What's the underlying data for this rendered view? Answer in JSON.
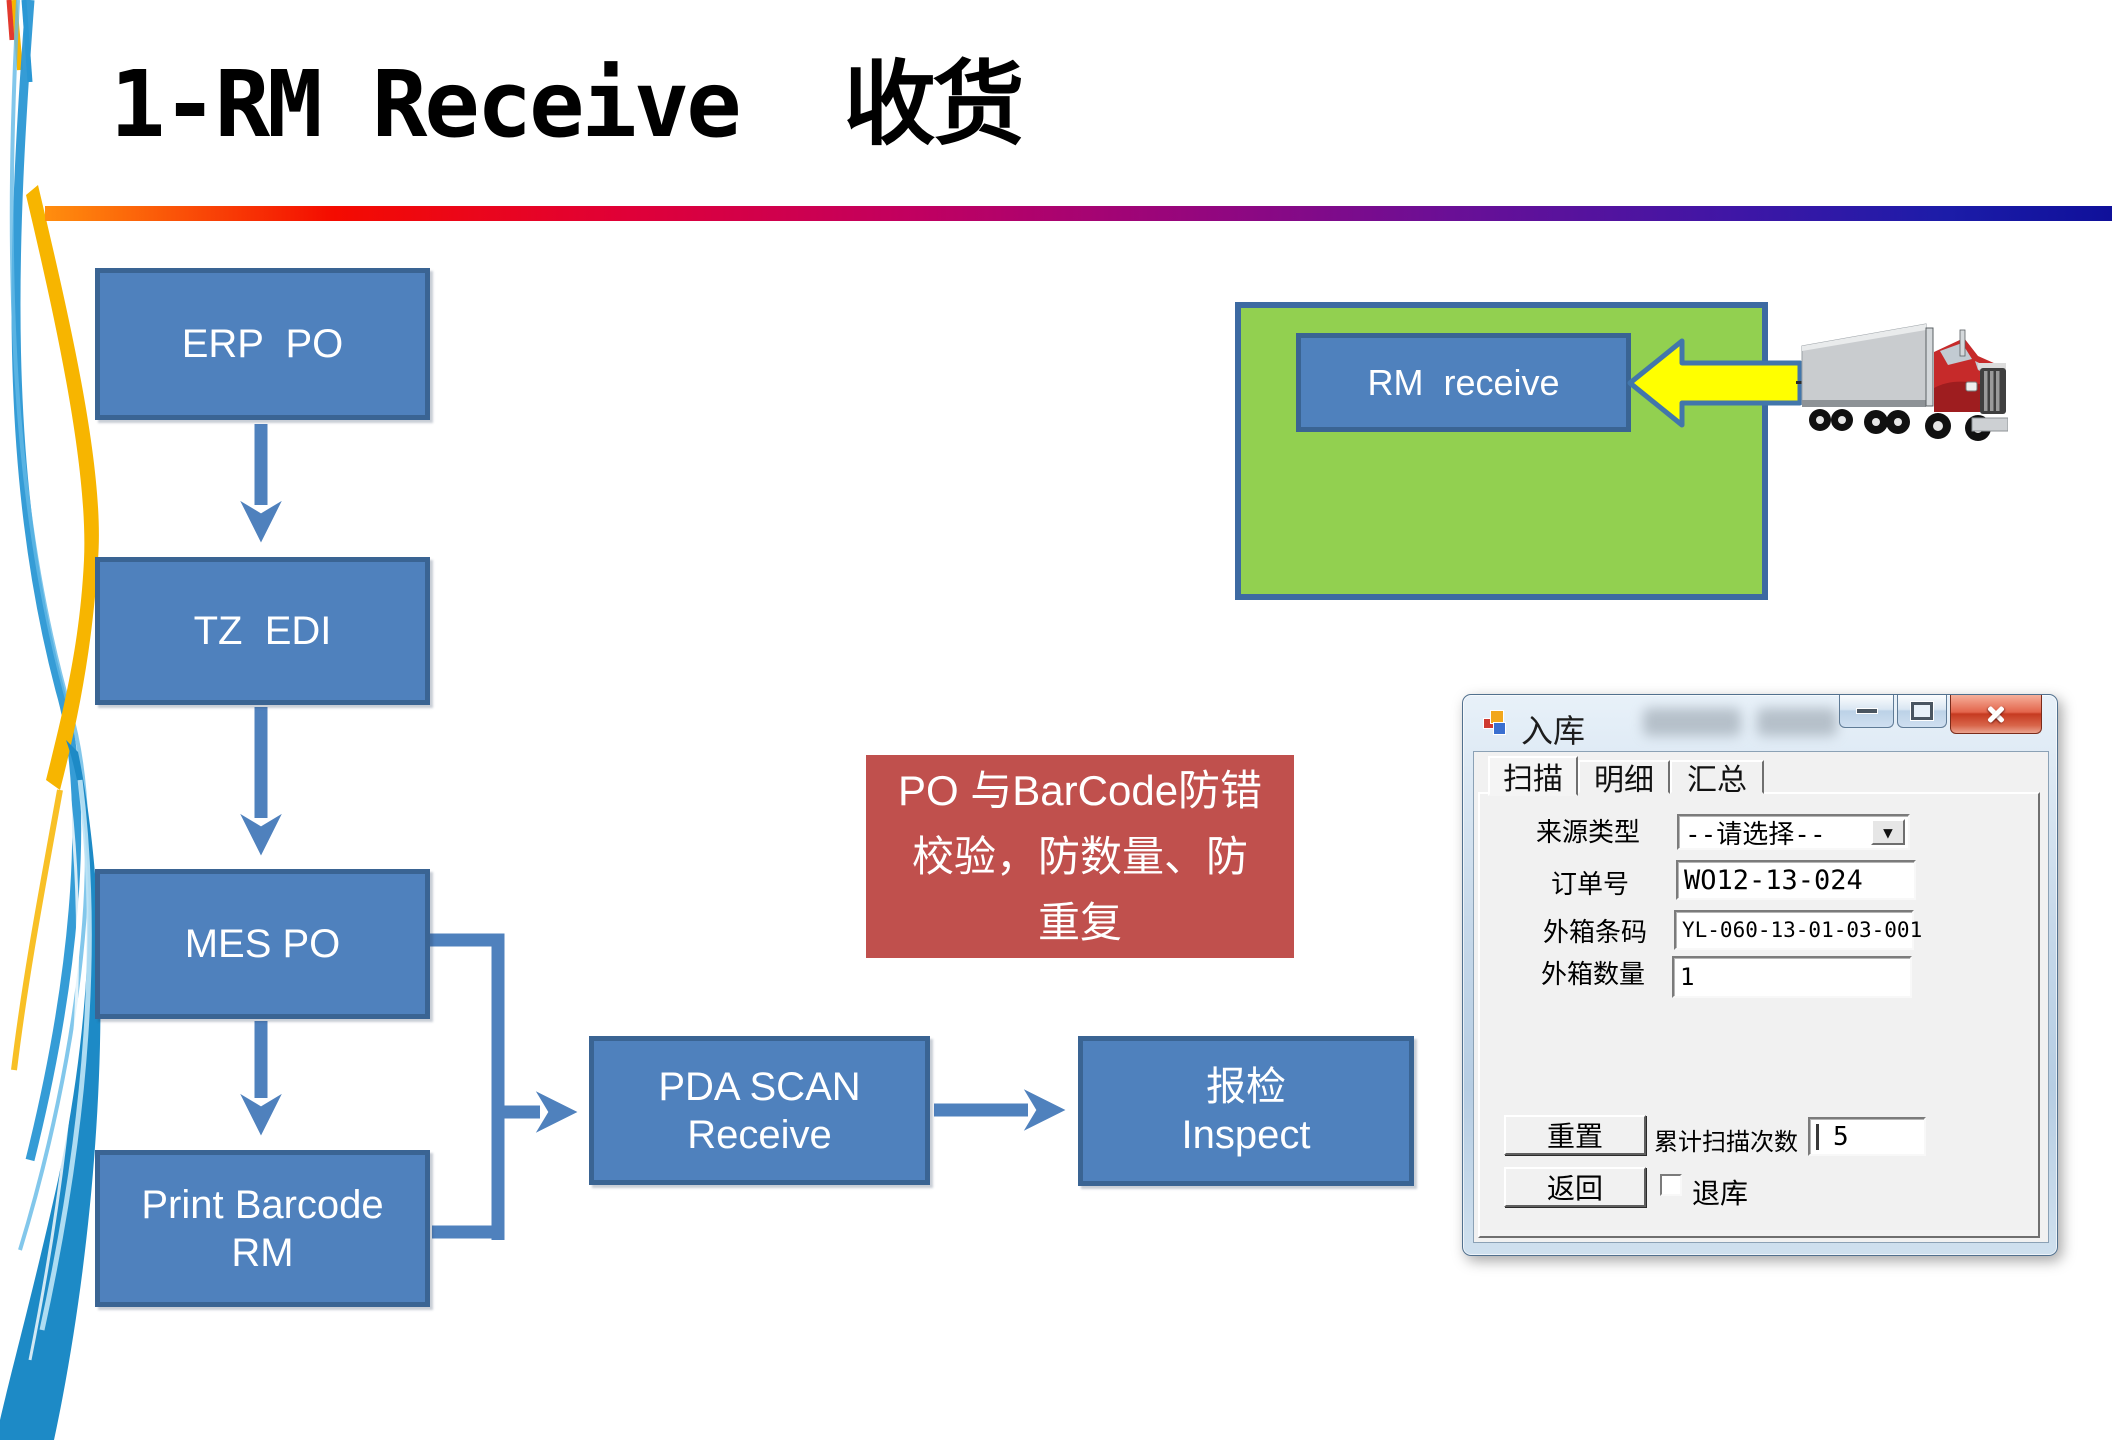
{
  "slide": {
    "title": "1-RM Receive  收货"
  },
  "colors": {
    "accent_blue": "#4F81BD",
    "box_border": "#3A6493",
    "note_red": "#C0504D",
    "green_fill": "#92D050",
    "arrow_yellow": "#FFFF00",
    "underline_gradient": [
      "#FF8E0E",
      "#F40B00",
      "#C10060",
      "#6A0F96",
      "#1C1CA8"
    ]
  },
  "flow": {
    "erp_po": {
      "label": "ERP  PO"
    },
    "tz_edi": {
      "label": "TZ  EDI"
    },
    "mes_po": {
      "label": "MES PO"
    },
    "print_barcode": {
      "line1": "Print Barcode",
      "line2": "RM"
    },
    "pda_scan": {
      "line1": "PDA SCAN",
      "line2": "Receive"
    },
    "inspect": {
      "line1": "报检",
      "line2": "Inspect"
    },
    "note": {
      "line1": "PO 与BarCode防错",
      "line2": "校验，防数量、防",
      "line3": "重复"
    },
    "rm_receive": {
      "label": "RM  receive"
    }
  },
  "icons": {
    "app_icon": "winforms-colored-squares",
    "minimize_icon": "css-bar",
    "maximize_icon": "css-box",
    "close_icon": "css-x",
    "dropdown_chevron": "▼",
    "truck_image": "red-semi-truck-with-gray-trailer",
    "yellow_arrow": "left-block-arrow"
  },
  "dialog": {
    "title": "入库",
    "tabs": [
      {
        "label": "扫描",
        "active": true
      },
      {
        "label": "明细",
        "active": false
      },
      {
        "label": "汇总",
        "active": false
      }
    ],
    "fields": {
      "source_type": {
        "label": "来源类型",
        "value": "--请选择--"
      },
      "order_no": {
        "label": "订单号",
        "value": "WO12-13-024"
      },
      "carton_barcode": {
        "label": "外箱条码",
        "value": "YL-060-13-01-03-001"
      },
      "carton_qty": {
        "label": "外箱数量",
        "value": "1"
      }
    },
    "scan_count": {
      "label": "累计扫描次数",
      "cursor": "|",
      "value": "5"
    },
    "buttons": {
      "reset": "重置",
      "back": "返回"
    },
    "return_checkbox": {
      "label": "退库",
      "checked": false
    }
  }
}
